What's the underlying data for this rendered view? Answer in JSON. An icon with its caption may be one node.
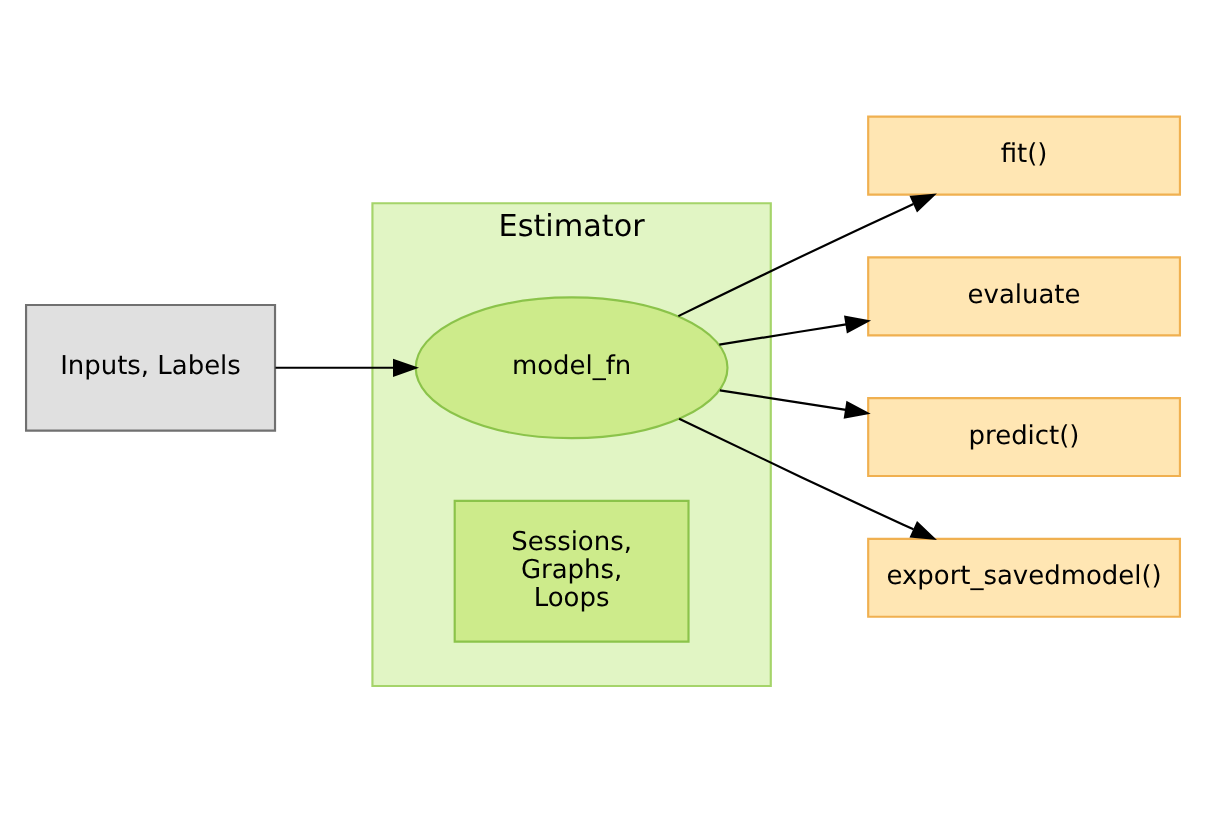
{
  "diagram": {
    "nodes": [
      {
        "text": [
          "Inputs, Labels"
        ]
      },
      {
        "text": [
          "Estimator"
        ]
      },
      {
        "text": [
          "model_fn"
        ],
        "in": 1
      },
      {
        "text": [
          "Sessions, Graphs, Loops"
        ],
        "in": 1
      },
      {
        "text": [
          "fit()"
        ]
      },
      {
        "text": [
          "evaluate"
        ]
      },
      {
        "text": [
          "predict()"
        ]
      },
      {
        "text": [
          "export_savedmodel()"
        ]
      }
    ],
    "edges": [
      {
        "from": 0,
        "to": 2,
        "arrow": "to"
      },
      {
        "from": 2,
        "to": 4,
        "arrow": "to"
      },
      {
        "from": 2,
        "to": 5,
        "arrow": "to"
      },
      {
        "from": 2,
        "to": 6,
        "arrow": "to"
      },
      {
        "from": 2,
        "to": 7,
        "arrow": "to"
      }
    ]
  }
}
